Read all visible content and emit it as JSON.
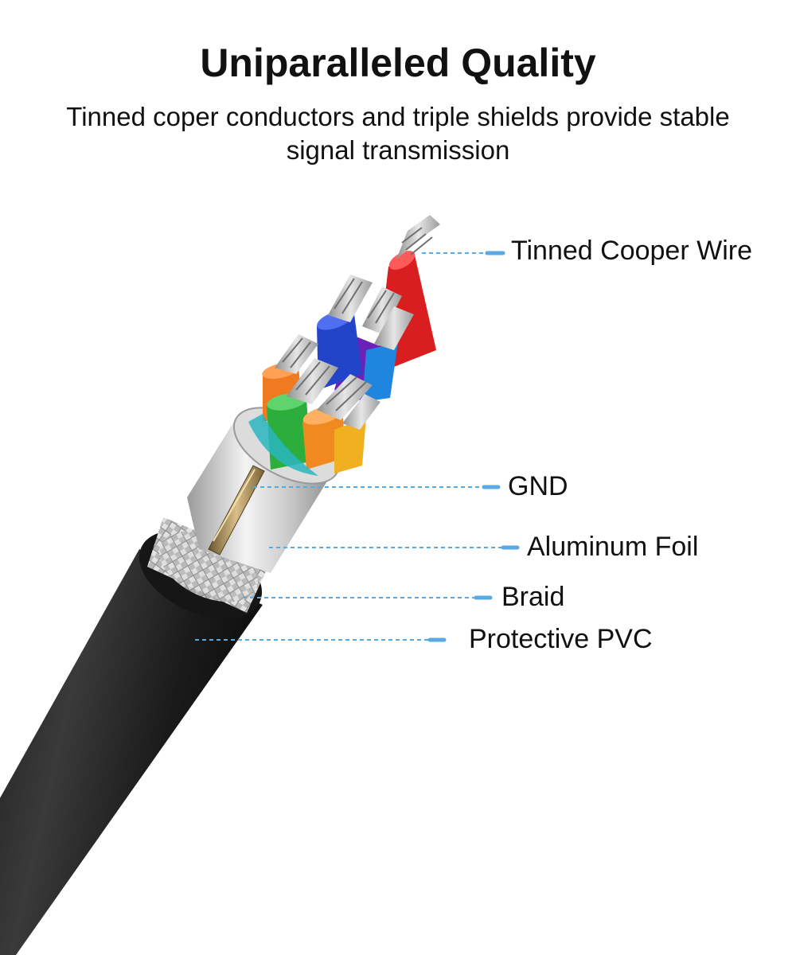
{
  "header": {
    "title": "Uniparalleled Quality",
    "subtitle_line1": "Tinned coper conductors and triple shields provide stable",
    "subtitle_line2": "signal transmission"
  },
  "callouts": [
    {
      "id": "tinned-cooper-wire",
      "label": "Tinned Cooper Wire"
    },
    {
      "id": "gnd",
      "label": "GND"
    },
    {
      "id": "aluminum-foil",
      "label": "Aluminum Foil"
    },
    {
      "id": "braid",
      "label": "Braid"
    },
    {
      "id": "protective-pvc",
      "label": "Protective PVC"
    }
  ],
  "colors": {
    "callout_line": "#5aa9e0",
    "jacket": "#2a2a2a",
    "wire_colors": [
      "#e02020",
      "#2a4fd0",
      "#7a2bc0",
      "#1e7fd8",
      "#f07a20",
      "#2cae3c",
      "#f0b020"
    ]
  }
}
